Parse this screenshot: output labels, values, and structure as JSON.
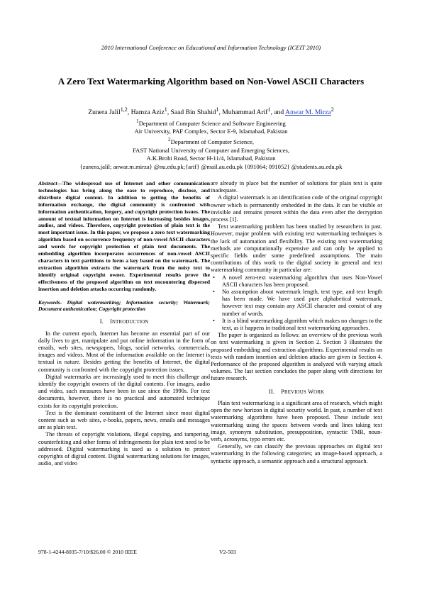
{
  "header": {
    "conference": "2010 International Conference on Educational and Information Technology (ICEIT 2010)"
  },
  "paper": {
    "title": "A Zero Text Watermarking Algorithm based on Non-Vowel ASCII Characters",
    "authors": {
      "a1": "Zunera Jalil",
      "a1_sup": "1,2",
      "a2": "Hamza Aziz",
      "a2_sup": "1",
      "a3": "Saad Bin Shahid",
      "a3_sup": "1",
      "a4": "Muhammad Arif",
      "a4_sup": "1",
      "and": ", and",
      "a5": "Anwar M. Mirza",
      "a5_sup": "2"
    },
    "affiliations": {
      "sup1": "1",
      "dept1": "Department of Computer Science and Software Engineering",
      "addr1": "Air University, PAF Complex, Sector E-9, Islamabad, Pakistan",
      "sup2": "2",
      "dept2": "Department of Computer Science,",
      "inst2": "FAST National University of Computer and Emerging Sciences,",
      "addr2": "A.K.Brohi Road, Sector H-11/4, Islamabad, Pakistan",
      "emails": "{zunera.jalil; anwar.m.mirza} @nu.edu.pk;{arif} @mail.au.edu.pk {091064; 091052} @students.au.edu.pk"
    }
  },
  "left_column": {
    "abstract_lead": "Abstract",
    "abstract_body": "—The widespread use of Internet and other communication technologies has bring along the ease to reproduce, disclose, and distribute digital content. In addition to getting the benefits of information exchange, the digital community is confronted with information authentication, forgery, and copyright protection issues. The amount of textual information on Internet is increasing besides images, audios, and videos. Therefore, copyright protection of plain text is the most important issue. In this paper, we propose a zero text watermarking algorithm based on occurrence frequency of non-vowel ASCII characters and words for copyright protection of plain text documents. The embedding algorithm incorporates occurrences of non-vowel ASCII characters in text partitions to form a key based on the watermark. The extraction algorithm extracts the watermark from the noisy text to identify original copyright owner. Experimental results prove the effectiveness of the proposed algorithm on text encountering dispersed insertion and deletion attacks occurring randomly.",
    "keywords": "Keywords- Digital watermarking; Information security; Watermark; Document authentication; Copyright protection",
    "section1_num": "I.",
    "section1_title_cap": "I",
    "section1_title_rest": "NTRODUCTION",
    "p1": "In the current epoch, Internet has become an essential part of our daily lives to get, manipulate and put online information in the form of emails, web sites, newspapers, blogs, social networks, commercials, images and videos. Most of the information available on the Internet is textual in nature. Besides getting the benefits of Internet, the digital community is confronted with the copyright protection issues.",
    "p2": "Digital watermarks are increasingly used to meet this challenge and identify the copyright owners of the digital contents. For images, audio and video, such measures have been in use since the 1990s. For text documents, however, there is no practical and automated technique exists for its copyright protection.",
    "p3": "Text is the dominant constituent of the Internet since most digital content such as web sites, e-books, papers, news, emails and messages are as plain text.",
    "p4": "The threats of copyright violations, illegal copying, and tampering, counterfeiting and other forms of infringements for plain text need to be addressed. Digital watermarking is used as a solution to protect copyrights of digital content. Digital watermarking solutions for images, audio, and video"
  },
  "right_column": {
    "p1": "are already in place but the number of solutions for plain text is quite inadequate.",
    "p2": "A digital watermark is an identification code of the original copyright owner which is permanently embedded in the data. It can be visible or invisible and remains present within the data even after the decryption process [1].",
    "p3": "Text watermarking problem has been studied by researchers in past. However, major problem with existing text watermarking techniques is the lack of automation and flexibility. The existing text watermarking methods are computationally expensive and can only be applied to specific fields under some predefined assumptions. The main contributions of this work to the digital society in general and text watermarking community in particular are:",
    "bullets": [
      "A novel zero-text watermarking algorithm that uses Non-Vowel ASCII characters has been proposed.",
      "No assumption about watermark length, text type, and text length has been made. We have used pure alphabetical watermark, however text may contain any ASCII character and consist of any number of words.",
      "It is a blind watermarking algorithm which makes no changes to the text, as it happens in traditional text watermarking approaches."
    ],
    "p4": "The paper is organized as follows: an overview of the previous work on text watermarking is given in Section 2. Section 3 illustrates the proposed embedding and extraction algorithms. Experimental results on texts with random insertion and deletion attacks are given in Section 4. Performance of the proposed algorithm is analyzed with varying attack volumes. The last section concludes the paper along with directions for future research.",
    "section2_num": "II.",
    "section2_cap1": "P",
    "section2_rest1": "REVIOUS",
    "section2_cap2": "W",
    "section2_rest2": "ORK",
    "p5": "Plain text watermarking is a significant area of research, which might open the new horizon in digital security world. In past, a number of text watermarking algorithms have been proposed. These include text watermarking using the spaces between words and lines taking text image, synonym substitution, presupposition, syntactic TMR, noun-verb, acronyms, typo errors etc.",
    "p6": "Generally, we can classify the previous approaches on digital text watermarking in the following categories; an image-based approach, a syntactic approach, a semantic approach and a structural approach."
  },
  "footer": {
    "isbn": "978-1-4244-8035-7/10/$26.00 © 2010 IEEE",
    "page": "V2-503"
  }
}
